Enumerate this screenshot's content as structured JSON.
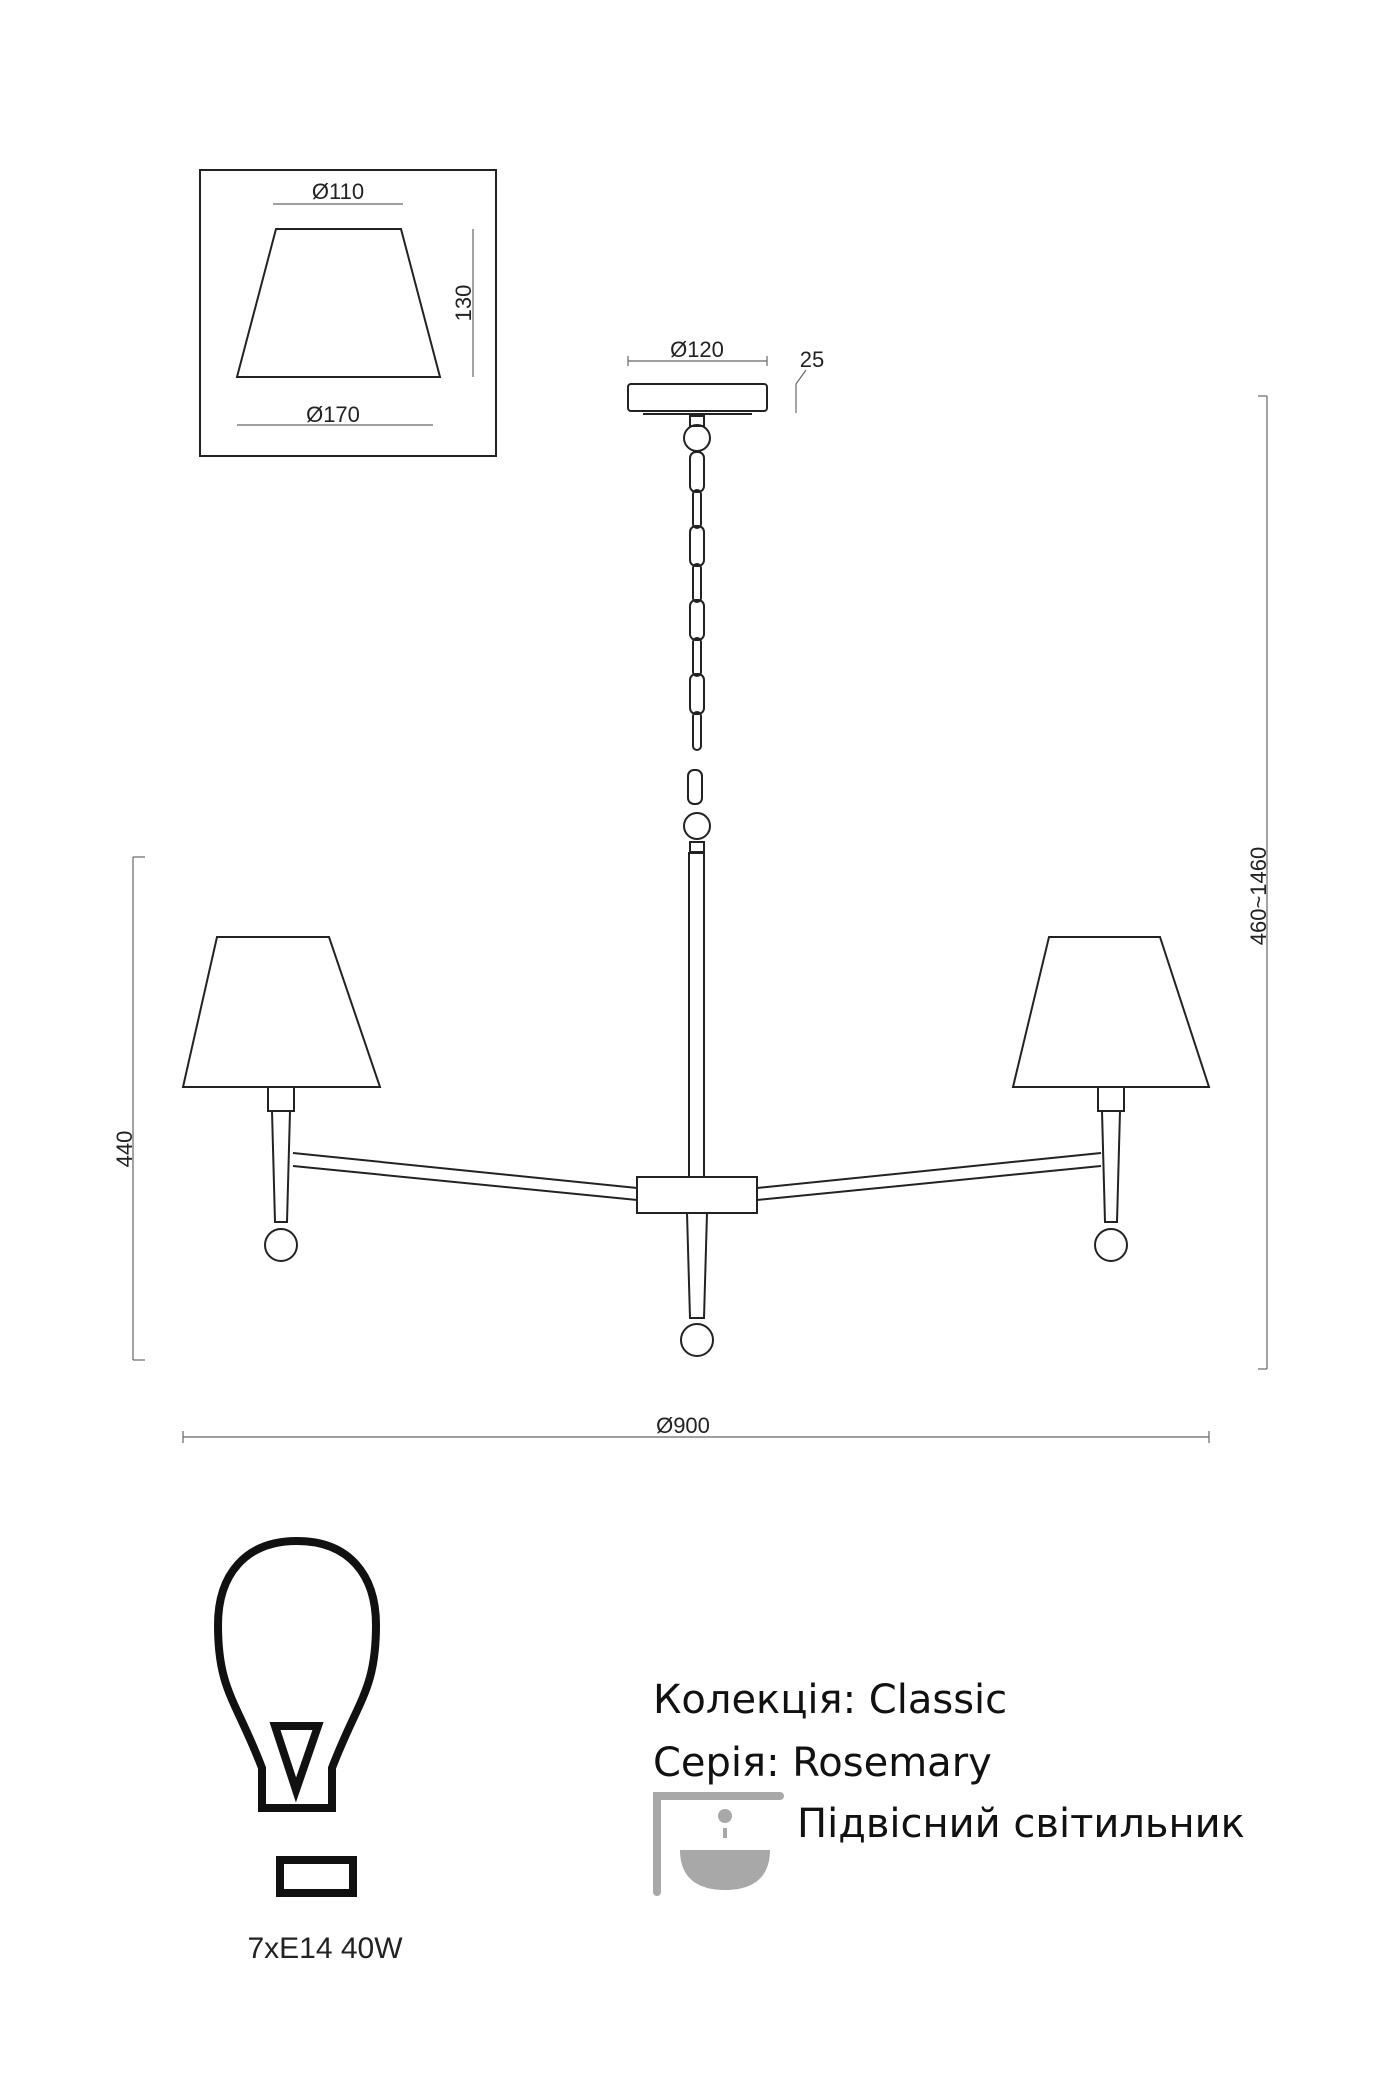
{
  "shade_detail": {
    "top_diameter": "Ø110",
    "bottom_diameter": "Ø170",
    "height": "130"
  },
  "canopy": {
    "diameter": "Ø120",
    "height": "25"
  },
  "dimensions": {
    "overall_diameter": "Ø900",
    "body_height": "440",
    "total_height": "460~1460"
  },
  "bulb_spec": "7xE14 40W",
  "info": {
    "collection": "Колекція: Classic",
    "series": "Серія: Rosemary",
    "type": "Підвісний світильник"
  },
  "colors": {
    "line": "#222222",
    "icon_gray": "#a8a8a8"
  }
}
